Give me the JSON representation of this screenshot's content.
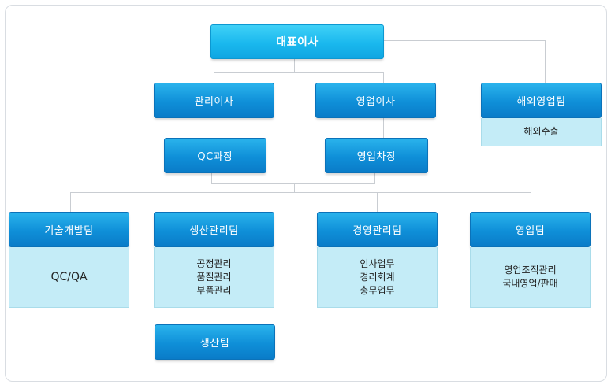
{
  "chart": {
    "ceo": "대표이사",
    "managing_director": "관리이사",
    "sales_director": "영업이사",
    "overseas_team": "해외영업팀",
    "overseas_detail": [
      "해외수출"
    ],
    "qc_section": "QC과장",
    "sales_deputy": "영업차장",
    "teams": [
      {
        "name": "기술개발팀",
        "detail": [
          "QC/QA"
        ]
      },
      {
        "name": "생산관리팀",
        "detail": [
          "공정관리",
          "품질관리",
          "부품관리"
        ]
      },
      {
        "name": "경영관리팀",
        "detail": [
          "인사업무",
          "경리회계",
          "총무업무"
        ]
      },
      {
        "name": "영업팀",
        "detail": [
          "영업조직관리",
          "국내영업/판매"
        ]
      }
    ],
    "production_team": "생산팀"
  }
}
